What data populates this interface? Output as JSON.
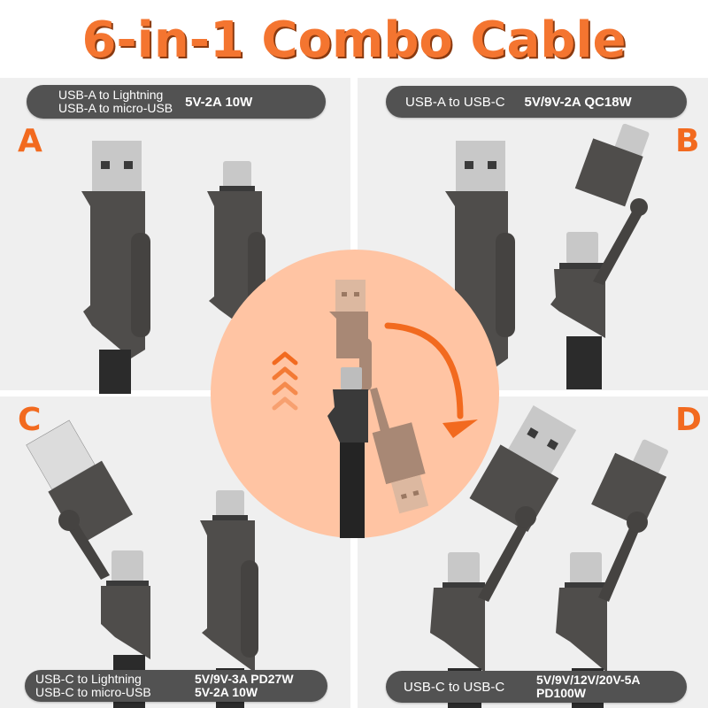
{
  "title": "6-in-1 Combo Cable",
  "colors": {
    "accent": "#f26a1f",
    "title": "#f47530",
    "pill_bg": "#525252",
    "panel_bg": "#efefef",
    "circle_bg": "#ffc4a3",
    "connector_body": "#4f4d4b",
    "metal": "#c9c9c9",
    "cable": "#2b2b2b"
  },
  "panels": [
    {
      "letter": "A",
      "lines": [
        "USB-A to Lightning",
        "USB-A to micro-USB"
      ],
      "spec": [
        "5V-2A 10W"
      ]
    },
    {
      "letter": "B",
      "lines": [
        "USB-A to USB-C"
      ],
      "spec": [
        "5V/9V-2A QC18W"
      ]
    },
    {
      "letter": "C",
      "lines": [
        "USB-C to Lightning",
        "USB-C to micro-USB"
      ],
      "spec": [
        "5V/9V-3A PD27W",
        "5V-2A 10W"
      ]
    },
    {
      "letter": "D",
      "lines": [
        "USB-C to USB-C"
      ],
      "spec": [
        "5V/9V/12V/20V-5A",
        "PD100W"
      ]
    }
  ],
  "center": {
    "icons": [
      "chevrons-up-icon",
      "curved-arrow-down-icon"
    ]
  }
}
